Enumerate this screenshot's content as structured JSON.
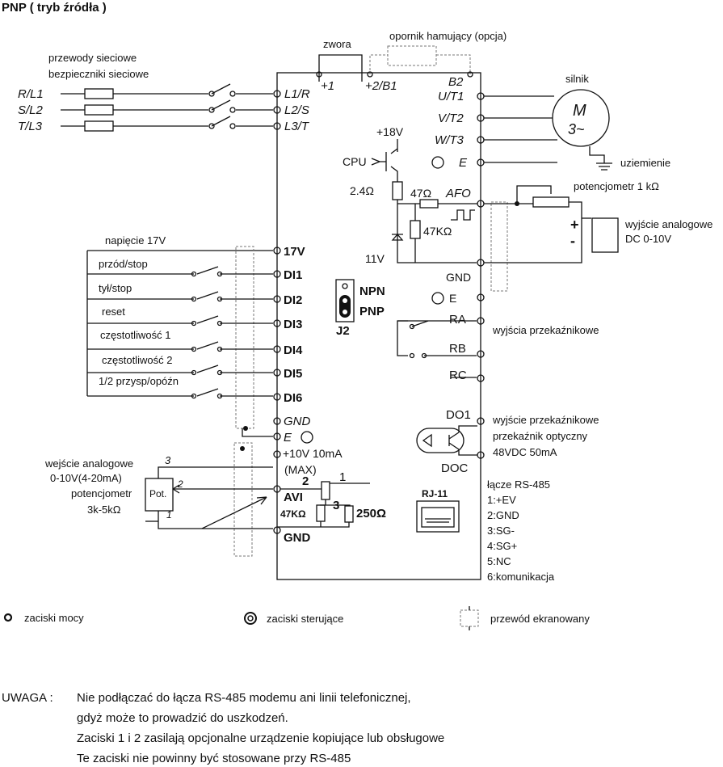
{
  "title": "PNP ( tryb źródła )",
  "labels": {
    "zwora": "zwora",
    "opornik": "opornik hamujący (opcja)",
    "przewody": "przewody sieciowe",
    "bezpieczniki": "bezpieczniki sieciowe",
    "silnik": "silnik",
    "uziemienie": "uziemienie",
    "potencjometr": "potencjometr 1 kΩ",
    "wyjscie_an": "wyjście analogowe",
    "dc": "DC 0-10V",
    "napiecie": "napięcie 17V",
    "przekazniki": "wyjścia przekaźnikowe",
    "wyjscie_prz": "wyjście przekaźnikowe",
    "optyczny": "przekaźnik optyczny",
    "vdc": "48VDC 50mA",
    "wejscie_an": "wejście analogowe",
    "zakres": "0-10V(4-20mA)",
    "potencjometr2": "potencjometr",
    "k5": "3k-5kΩ",
    "lacze": "łącze RS-485",
    "pot": "Pot.",
    "rj": "RJ-11",
    "max": "(MAX)",
    "npn": "NPN",
    "pnp": "PNP",
    "j2": "J2"
  },
  "inputs": [
    "R/L1",
    "S/L2",
    "T/L3"
  ],
  "power_terms": [
    "L1/R",
    "L2/S",
    "L3/T"
  ],
  "bus_terms": [
    "+1",
    "+2/B1",
    "B2"
  ],
  "motor_terms": [
    "U/T1",
    "V/T2",
    "W/T3"
  ],
  "motor": {
    "m": "M",
    "phase": "3~"
  },
  "ground_e": "E",
  "circuit": {
    "v18": "+18V",
    "cpu": "CPU",
    "r24": "2.4Ω",
    "r47": "47Ω",
    "afo": "AFO",
    "r47k": "47KΩ",
    "v11": "11V",
    "gnd": "GND",
    "e2": "E"
  },
  "relays": [
    "RA",
    "RB",
    "RC"
  ],
  "digital": [
    {
      "term": "17V",
      "label": ""
    },
    {
      "term": "DI1",
      "label": "przód/stop"
    },
    {
      "term": "DI2",
      "label": "tył/stop"
    },
    {
      "term": "DI3",
      "label": "reset"
    },
    {
      "term": "DI4",
      "label": "częstotliwość 1"
    },
    {
      "term": "DI5",
      "label": "częstotliwość 2"
    },
    {
      "term": "DI6",
      "label": "1/2 przysp/opóźn"
    }
  ],
  "lower_terms": {
    "gnd": "GND",
    "e": "E",
    "v10": "+10V 10mA",
    "avi": "AVI",
    "r47k": "47KΩ",
    "r250": "250Ω",
    "gnd2": "GND"
  },
  "do_terms": [
    "DO1",
    "DOC"
  ],
  "pins": {
    "p1": "1",
    "p2": "2",
    "p3": "3"
  },
  "rs485": [
    "1:+EV",
    "2:GND",
    "3:SG-",
    "4:SG+",
    "5:NC",
    "6:komunikacja"
  ],
  "legend": [
    "zaciski mocy",
    "zaciski sterujące",
    "przewód ekranowany"
  ],
  "note": {
    "head": "UWAGA :",
    "lines": [
      "Nie podłączać do łącza RS-485 modemu ani linii telefonicznej,",
      "gdyż może to prowadzić do uszkodzeń.",
      "Zaciski 1 i 2 zasilają opcjonalne urządzenie kopiujące lub obsługowe",
      "Te zaciski nie powinny być stosowane przy RS-485"
    ]
  }
}
